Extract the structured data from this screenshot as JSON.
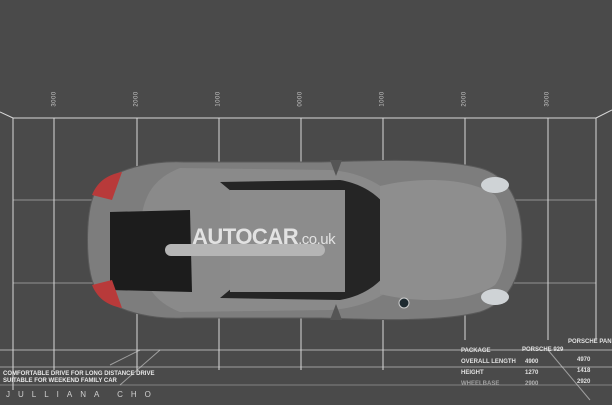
{
  "scale_ticks": [
    "3000",
    "2000",
    "1000",
    "0000",
    "1000",
    "2000",
    "3000"
  ],
  "description": [
    "COMFORTABLE DRIVE FOR LONG DISTANCE DRIVE",
    "SUITABLE FOR WEEKEND FAMILY CAR"
  ],
  "author": "JULLIANA CHO",
  "watermark": {
    "main": "AUTOCAR",
    "suffix": ".co.uk"
  },
  "spec_table": {
    "headers": [
      "PACKAGE",
      "PORSCHE 929",
      "PORSCHE PAN"
    ],
    "rows": [
      {
        "label": "OVERALL LENGTH",
        "a": "4900",
        "b": "4970"
      },
      {
        "label": "HEIGHT",
        "a": "1270",
        "b": "1418"
      },
      {
        "label": "WHEELBASE",
        "a": "2900",
        "b": "2920"
      }
    ]
  },
  "colors": {
    "background": "#4a4a4a",
    "grid": "#d8d8d8",
    "car_body": "#7a7a7a",
    "glass": "#1a1a1a",
    "tail_light": "#b83a3a"
  }
}
